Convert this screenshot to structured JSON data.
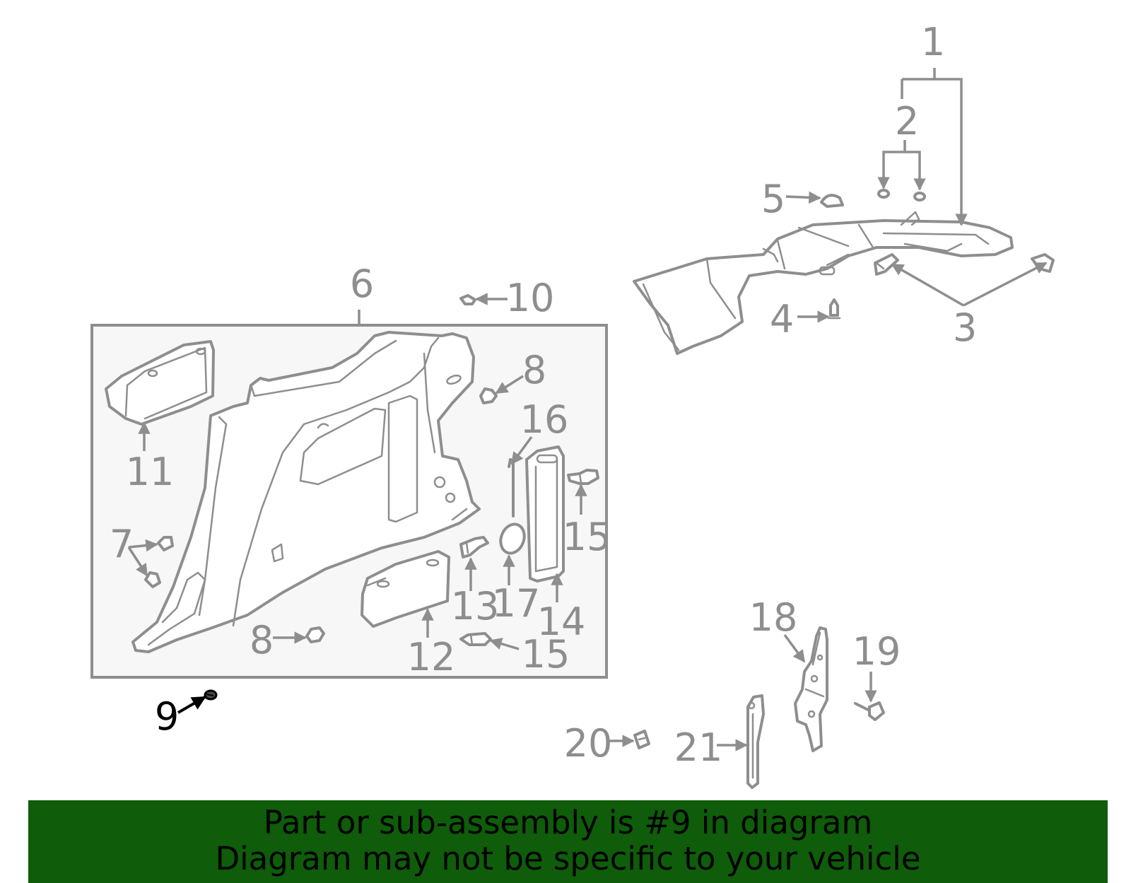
{
  "diagram": {
    "highlighted_part": "9",
    "callouts": [
      "1",
      "2",
      "3",
      "4",
      "5",
      "6",
      "7",
      "8",
      "8",
      "9",
      "10",
      "11",
      "12",
      "13",
      "14",
      "15",
      "15",
      "16",
      "17",
      "18",
      "19",
      "20",
      "21"
    ],
    "colors": {
      "line": "#8e8e8e",
      "highlight": "#000000",
      "box_fill": "#f7f7f7",
      "banner": "#0f5c0a"
    }
  },
  "banner": {
    "line1": "Part or sub-assembly is #9 in diagram",
    "line2": "Diagram may not be specific to your vehicle"
  }
}
